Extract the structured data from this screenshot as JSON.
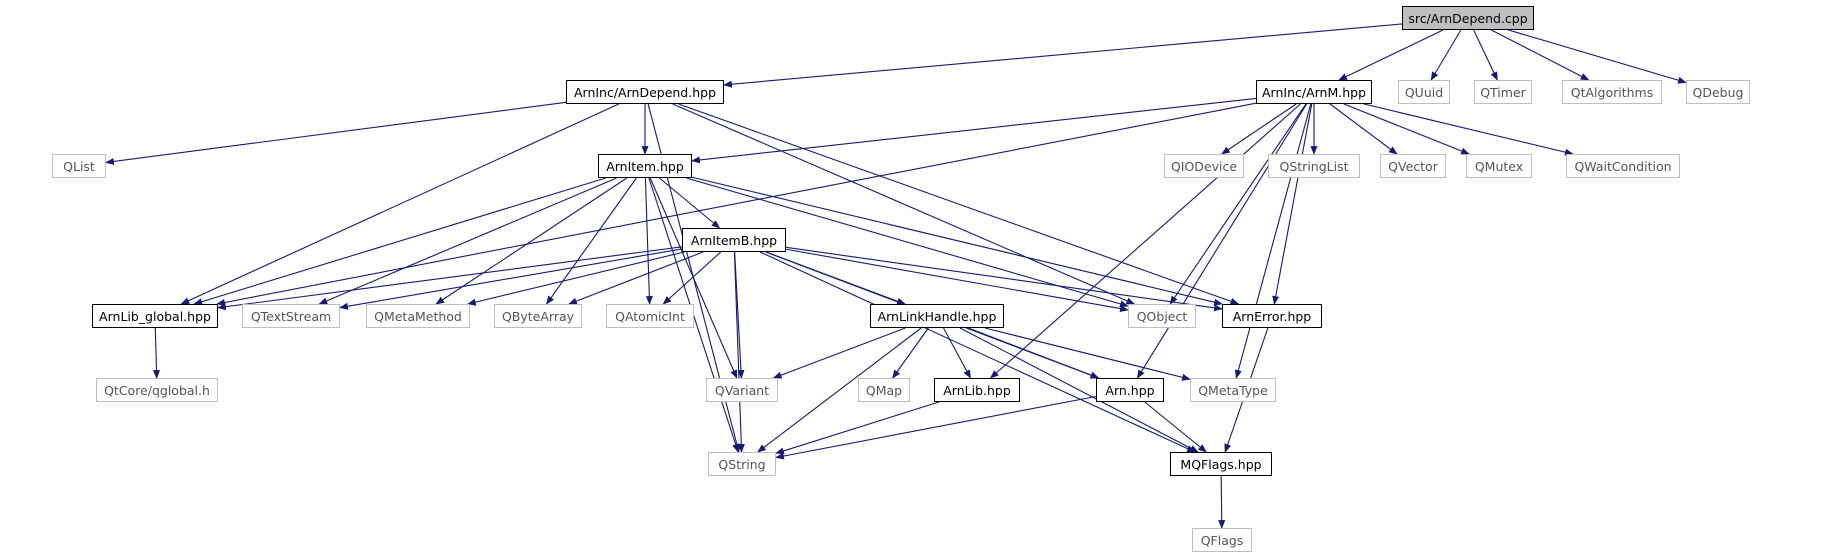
{
  "graph": {
    "colors": {
      "edge": "#191970",
      "internal_border": "#000000",
      "external_border": "#bfbfbf",
      "root_fill": "#bfbfbf"
    },
    "nodes": {
      "root": "src/ArnDepend.cpp",
      "arndepend_hpp": "ArnInc/ArnDepend.hpp",
      "arnm_hpp": "ArnInc/ArnM.hpp",
      "quuid": "QUuid",
      "qtimer": "QTimer",
      "qtalgorithms": "QtAlgorithms",
      "qdebug": "QDebug",
      "qlist": "QList",
      "arnitem_hpp": "ArnItem.hpp",
      "qiodevice": "QIODevice",
      "qstringlist": "QStringList",
      "qvector": "QVector",
      "qmutex": "QMutex",
      "qwaitcondition": "QWaitCondition",
      "arnitemb_hpp": "ArnItemB.hpp",
      "arnlib_global_hpp": "ArnLib_global.hpp",
      "qtextstream": "QTextStream",
      "qmetamethod": "QMetaMethod",
      "qbytearray": "QByteArray",
      "qatomicint": "QAtomicInt",
      "arnlinkhandle_hpp": "ArnLinkHandle.hpp",
      "qobject": "QObject",
      "arnerror_hpp": "ArnError.hpp",
      "qtcore_qglobal_h": "QtCore/qglobal.h",
      "qvariant": "QVariant",
      "qmap": "QMap",
      "arnlib_hpp": "ArnLib.hpp",
      "arn_hpp": "Arn.hpp",
      "qmetatype": "QMetaType",
      "qstring": "QString",
      "mqflags_hpp": "MQFlags.hpp",
      "qflags": "QFlags"
    },
    "edges": [
      [
        "root",
        "arndepend_hpp"
      ],
      [
        "root",
        "arnm_hpp"
      ],
      [
        "root",
        "quuid"
      ],
      [
        "root",
        "qtimer"
      ],
      [
        "root",
        "qtalgorithms"
      ],
      [
        "root",
        "qdebug"
      ],
      [
        "arndepend_hpp",
        "qlist"
      ],
      [
        "arndepend_hpp",
        "arnitem_hpp"
      ],
      [
        "arndepend_hpp",
        "arnlib_global_hpp"
      ],
      [
        "arndepend_hpp",
        "qobject"
      ],
      [
        "arndepend_hpp",
        "arnerror_hpp"
      ],
      [
        "arndepend_hpp",
        "qstring"
      ],
      [
        "arnm_hpp",
        "arnitem_hpp"
      ],
      [
        "arnm_hpp",
        "qiodevice"
      ],
      [
        "arnm_hpp",
        "qstringlist"
      ],
      [
        "arnm_hpp",
        "qvector"
      ],
      [
        "arnm_hpp",
        "qmutex"
      ],
      [
        "arnm_hpp",
        "qwaitcondition"
      ],
      [
        "arnm_hpp",
        "arnlib_global_hpp"
      ],
      [
        "arnm_hpp",
        "qobject"
      ],
      [
        "arnm_hpp",
        "arnerror_hpp"
      ],
      [
        "arnm_hpp",
        "arnlib_hpp"
      ],
      [
        "arnm_hpp",
        "arn_hpp"
      ],
      [
        "arnm_hpp",
        "qmetatype"
      ],
      [
        "arnitem_hpp",
        "arnitemb_hpp"
      ],
      [
        "arnitem_hpp",
        "arnlib_global_hpp"
      ],
      [
        "arnitem_hpp",
        "qtextstream"
      ],
      [
        "arnitem_hpp",
        "qmetamethod"
      ],
      [
        "arnitem_hpp",
        "qbytearray"
      ],
      [
        "arnitem_hpp",
        "qatomicint"
      ],
      [
        "arnitem_hpp",
        "qobject"
      ],
      [
        "arnitem_hpp",
        "arnerror_hpp"
      ],
      [
        "arnitem_hpp",
        "qvariant"
      ],
      [
        "arnitem_hpp",
        "qstring"
      ],
      [
        "arnitemb_hpp",
        "arnlib_global_hpp"
      ],
      [
        "arnitemb_hpp",
        "qtextstream"
      ],
      [
        "arnitemb_hpp",
        "qmetamethod"
      ],
      [
        "arnitemb_hpp",
        "qbytearray"
      ],
      [
        "arnitemb_hpp",
        "qatomicint"
      ],
      [
        "arnitemb_hpp",
        "arnlinkhandle_hpp"
      ],
      [
        "arnitemb_hpp",
        "qobject"
      ],
      [
        "arnitemb_hpp",
        "arnerror_hpp"
      ],
      [
        "arnitemb_hpp",
        "qvariant"
      ],
      [
        "arnitemb_hpp",
        "qstring"
      ],
      [
        "arnitemb_hpp",
        "arn_hpp"
      ],
      [
        "arnitemb_hpp",
        "mqflags_hpp"
      ],
      [
        "arnlib_global_hpp",
        "qtcore_qglobal_h"
      ],
      [
        "arnlinkhandle_hpp",
        "qvariant"
      ],
      [
        "arnlinkhandle_hpp",
        "qmap"
      ],
      [
        "arnlinkhandle_hpp",
        "arnlib_hpp"
      ],
      [
        "arnlinkhandle_hpp",
        "arn_hpp"
      ],
      [
        "arnlinkhandle_hpp",
        "qmetatype"
      ],
      [
        "arnlinkhandle_hpp",
        "qstring"
      ],
      [
        "arnlinkhandle_hpp",
        "mqflags_hpp"
      ],
      [
        "arnerror_hpp",
        "mqflags_hpp"
      ],
      [
        "arnlib_hpp",
        "qstring"
      ],
      [
        "arn_hpp",
        "qstring"
      ],
      [
        "arn_hpp",
        "mqflags_hpp"
      ],
      [
        "mqflags_hpp",
        "qflags"
      ]
    ]
  }
}
